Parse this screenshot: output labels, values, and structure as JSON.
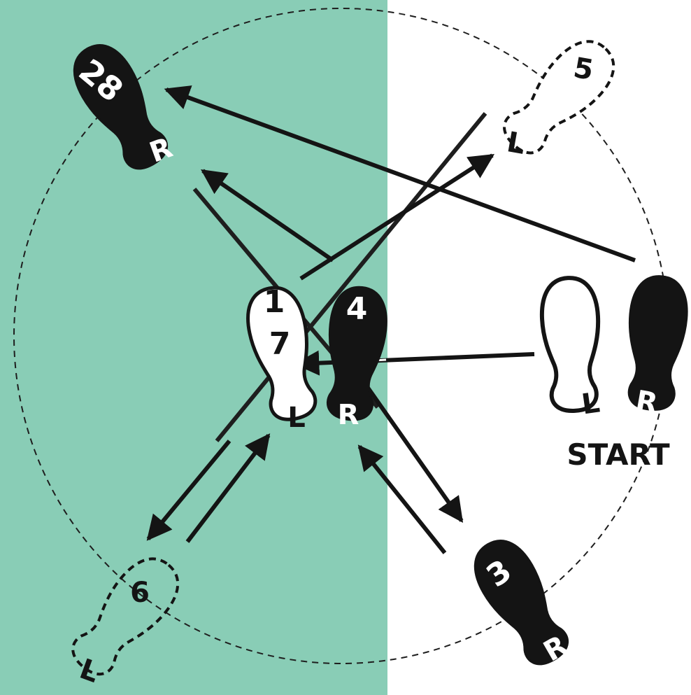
{
  "colors": {
    "panel": "#89cdb6",
    "ink": "#141414",
    "paper": "#ffffff",
    "guide": "#1e1e1e"
  },
  "labels": {
    "start": "START",
    "right": "R",
    "left": "L"
  },
  "steps": {
    "s1": "1",
    "s7": "7",
    "s4": "4",
    "s28": "28",
    "s3": "3",
    "s5": "5",
    "s6": "6"
  }
}
